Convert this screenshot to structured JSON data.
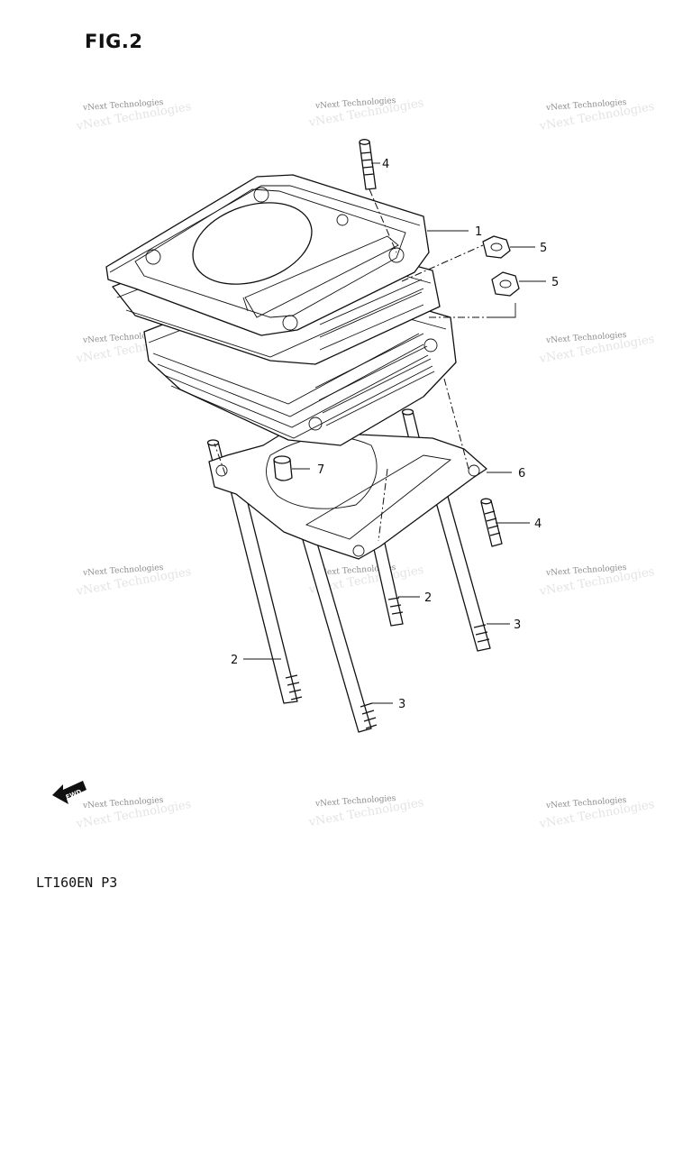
{
  "figure": {
    "title": "FIG.2",
    "model_code": "LT160EN P3",
    "fwd_label": "FWD"
  },
  "callouts": [
    {
      "id": "c1",
      "label": "1"
    },
    {
      "id": "c4a",
      "label": "4"
    },
    {
      "id": "c5a",
      "label": "5"
    },
    {
      "id": "c5b",
      "label": "5"
    },
    {
      "id": "c6",
      "label": "6"
    },
    {
      "id": "c7",
      "label": "7"
    },
    {
      "id": "c4b",
      "label": "4"
    },
    {
      "id": "c2a",
      "label": "2"
    },
    {
      "id": "c3a",
      "label": "3"
    },
    {
      "id": "c2b",
      "label": "2"
    },
    {
      "id": "c3b",
      "label": "3"
    }
  ],
  "watermark": {
    "text": "vNext Technologies"
  }
}
